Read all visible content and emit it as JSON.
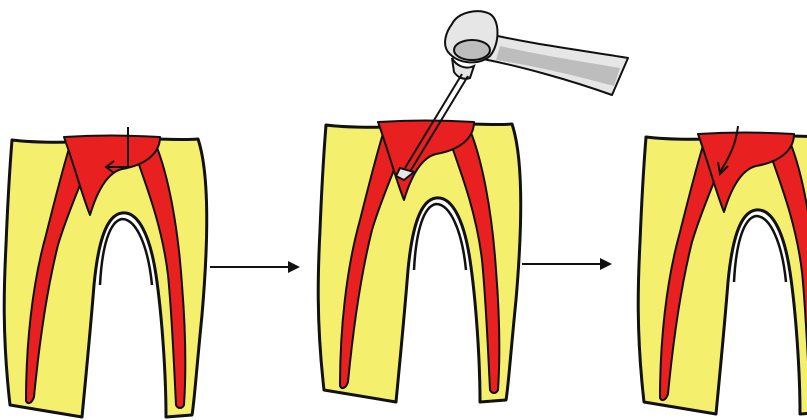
{
  "figure": {
    "steps": [
      {
        "name": "step-1-pulp-access-marked",
        "instrument": "none",
        "marker": "curved-arrow-icon"
      },
      {
        "name": "step-2-handpiece-drilling",
        "instrument": "dental-handpiece-icon",
        "marker": "none"
      },
      {
        "name": "step-3-pulp-opened",
        "instrument": "none",
        "marker": "curved-arrow-icon"
      }
    ],
    "transitions": [
      {
        "from": 1,
        "to": 2,
        "icon": "right-arrow-icon"
      },
      {
        "from": 2,
        "to": 3,
        "icon": "right-arrow-icon"
      }
    ]
  },
  "colors": {
    "background": "#ffffff",
    "dentin": "#f5ef6e",
    "pulp": "#e8201f",
    "outline": "#111111",
    "handpiece_body": "#e6e6e6",
    "handpiece_shade": "#bdbdbd"
  }
}
